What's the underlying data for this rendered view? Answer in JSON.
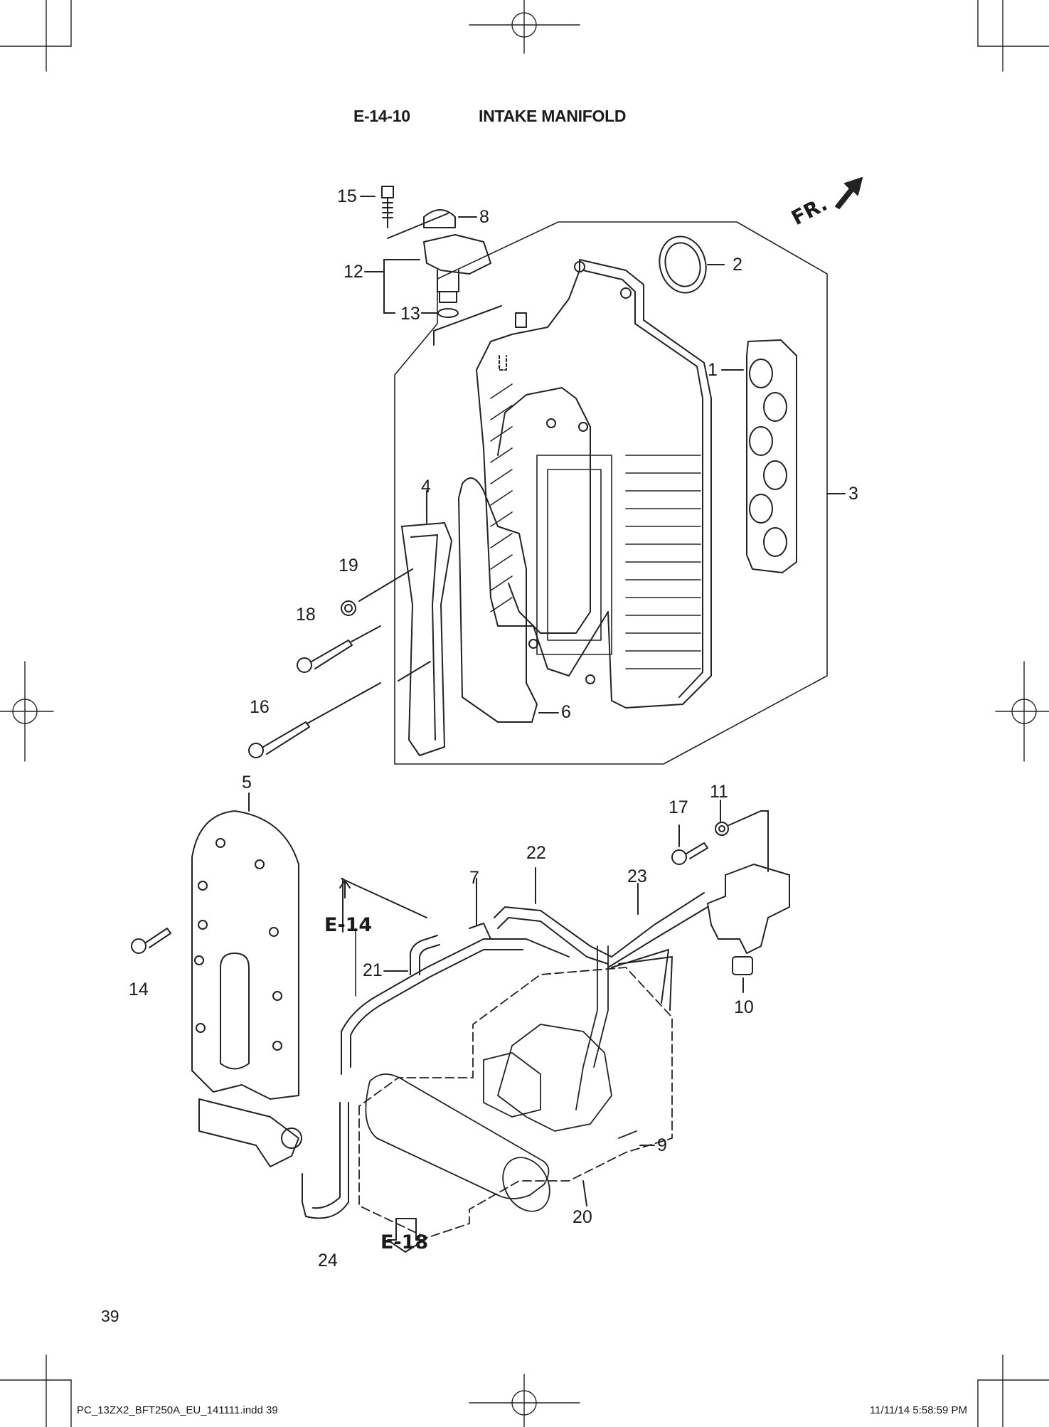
{
  "header": {
    "section_code": "E-14-10",
    "section_title": "INTAKE MANIFOLD"
  },
  "front_marker": "FR.",
  "parts": {
    "p1": "1",
    "p2": "2",
    "p3": "3",
    "p4": "4",
    "p5": "5",
    "p6": "6",
    "p7": "7",
    "p8": "8",
    "p9": "9",
    "p10": "10",
    "p11": "11",
    "p12": "12",
    "p13": "13",
    "p14": "14",
    "p15": "15",
    "p16": "16",
    "p17": "17",
    "p18": "18",
    "p19": "19",
    "p20": "20",
    "p21": "21",
    "p22": "22",
    "p23": "23",
    "p24": "24"
  },
  "refs": {
    "e14": "E-14",
    "e18": "E-18"
  },
  "page_number": "39",
  "footer": {
    "file": "PC_13ZX2_BFT250A_EU_141111.indd   39",
    "timestamp": "11/11/14   5:58:59 PM"
  }
}
